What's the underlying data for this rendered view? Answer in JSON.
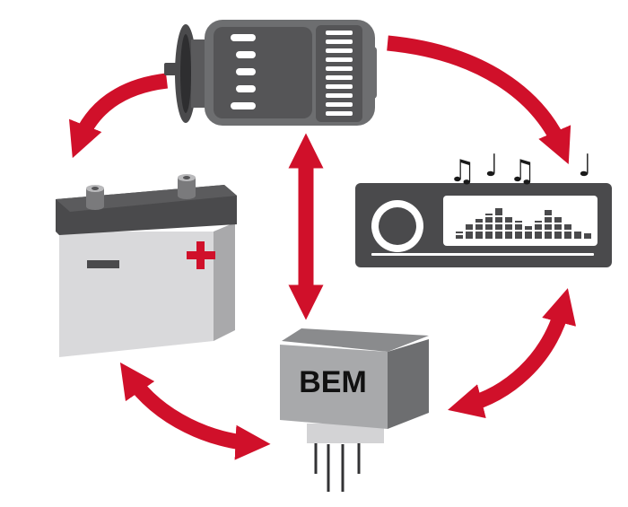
{
  "diagram": {
    "components": [
      {
        "id": "alternator",
        "icon": "alternator-icon"
      },
      {
        "id": "battery",
        "icon": "battery-icon"
      },
      {
        "id": "car-radio",
        "icon": "car-radio-icon"
      },
      {
        "id": "bem-module",
        "icon": "control-module-icon",
        "label": "BEM"
      }
    ],
    "connections": [
      {
        "from": "alternator",
        "to": "battery",
        "direction": "one-way"
      },
      {
        "from": "alternator",
        "to": "car-radio",
        "direction": "one-way"
      },
      {
        "from": "alternator",
        "to": "bem-module",
        "direction": "two-way"
      },
      {
        "from": "battery",
        "to": "bem-module",
        "direction": "two-way"
      },
      {
        "from": "car-radio",
        "to": "bem-module",
        "direction": "two-way"
      }
    ],
    "music_notes": [
      "♫",
      "♩",
      "♫",
      "♩"
    ],
    "colors": {
      "arrow": "#d0102a",
      "dark_gray": "#4a4a4c",
      "mid_gray": "#6d6e70",
      "light_gray": "#bfbfc1",
      "battery_body": "#d9d9db",
      "module_front": "#a8a9ab",
      "module_top": "#8a8b8d",
      "plus_sign": "#d0102a",
      "background": "#ffffff"
    }
  }
}
